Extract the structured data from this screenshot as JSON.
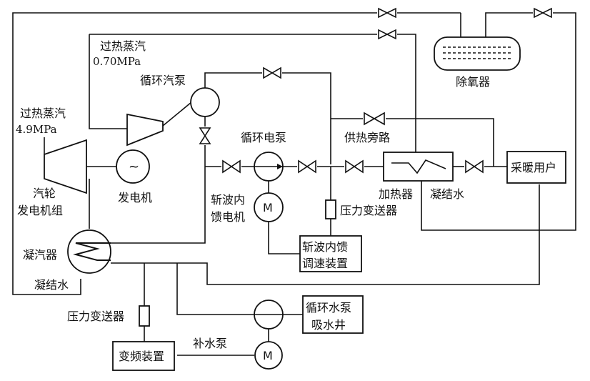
{
  "labels": {
    "steam_070_title": "过热蒸汽",
    "steam_070_value": "0.70MPa",
    "circulating_steam_pump": "循环汽泵",
    "steam_49_title": "过热蒸汽",
    "steam_49_value": "4.9MPa",
    "turbine_line1": "汽轮",
    "turbine_line2": "发电机组",
    "generator": "发电机",
    "generator_symbol": "~",
    "circulating_electric_pump": "循环电泵",
    "chopper_motor_line1": "斩波内",
    "chopper_motor_line2": "馈电机",
    "motor_symbol": "M",
    "heat_bypass": "供热旁路",
    "heater": "加热器",
    "condensate_right": "凝结水",
    "heating_user": "采暖用户",
    "deaerator": "除氧器",
    "pressure_transmitter_upper": "压力变送器",
    "speed_control_line1": "斩波内馈",
    "speed_control_line2": "调速装置",
    "condenser": "凝汽器",
    "condensate_left": "凝结水",
    "pressure_transmitter_lower": "压力变送器",
    "circ_water_pump_line1": "循环水泵",
    "circ_water_pump_line2": "吸水井",
    "vfd": "变频装置",
    "makeup_pump": "补水泵",
    "makeup_motor_symbol": "M"
  }
}
